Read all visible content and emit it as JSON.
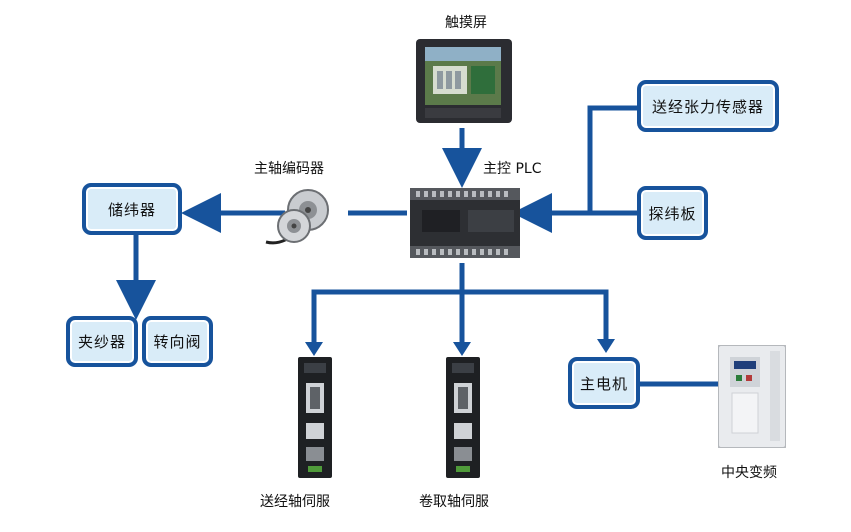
{
  "colors": {
    "accent": "#17539c",
    "box_fill": "#d9ecf8"
  },
  "labels": {
    "touchscreen": "触摸屏",
    "plc": "主控 PLC",
    "encoder": "主轴编码器",
    "feed_servo": "送经轴伺服",
    "takeup_servo": "卷取轴伺服",
    "inverter": "中央变频"
  },
  "boxes": {
    "weft_storage": "储纬器",
    "tension_sensor": "送经张力传感器",
    "weft_detector": "探纬板",
    "yarn_clamp": "夹纱器",
    "rotary_valve": "转向阀",
    "main_motor": "主电机"
  },
  "icons": [
    "touchscreen-device",
    "plc-device",
    "encoder-device",
    "servo-drive-device",
    "inverter-device"
  ]
}
